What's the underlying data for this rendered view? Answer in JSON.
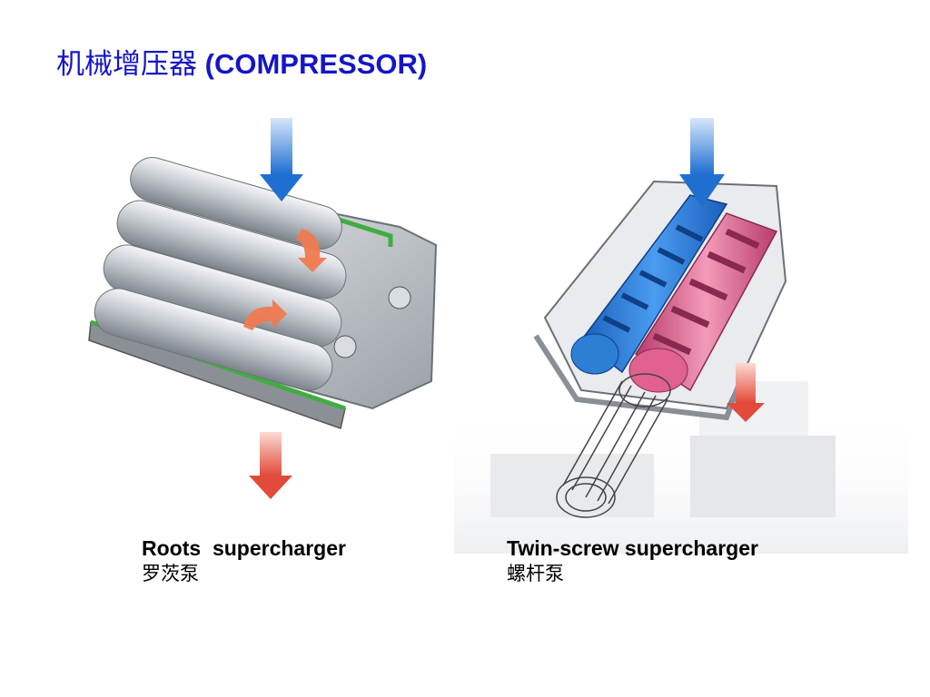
{
  "slide": {
    "title_cn": "机械增压器",
    "title_en": "(COMPRESSOR)"
  },
  "figures": [
    {
      "id": "roots",
      "caption_en": "Roots  supercharger",
      "caption_cn": "罗茨泵",
      "intake_arrow_color": "#1f6fd1",
      "exhaust_arrow_color": "#e24a3a",
      "rotor_color": "#c8cdd4",
      "seal_color": "#3fae3f"
    },
    {
      "id": "twin-screw",
      "caption_en": "Twin-screw supercharger",
      "caption_cn": "螺杆泵",
      "intake_arrow_color": "#1f6fd1",
      "exhaust_arrow_color": "#e24a3a",
      "male_rotor_color": "#2d7fd6",
      "female_rotor_color": "#e0608e"
    }
  ]
}
